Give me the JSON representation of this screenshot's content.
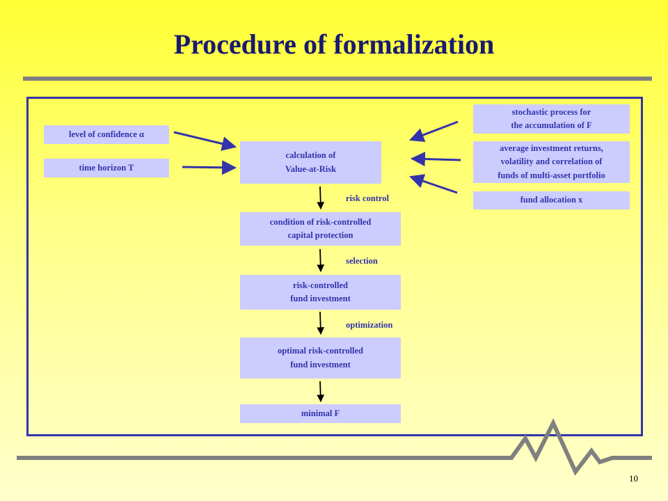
{
  "slide": {
    "title": "Procedure of formalization",
    "page_number": "10"
  },
  "inputs_left": {
    "confidence": "level of confidence α",
    "horizon": "time horizon T"
  },
  "inputs_right": {
    "stochastic": "stochastic process for\nthe accumulation of F",
    "average": "average investment returns,\nvolatility and correlation of\nfunds of multi-asset portfolio",
    "allocation": "fund allocation x"
  },
  "flow": {
    "var_calc": "calculation of\nValue-at-Risk",
    "condition": "condition of risk-controlled\ncapital protection",
    "fund_investment": "risk-controlled\nfund investment",
    "optimal": "optimal risk-controlled\nfund investment",
    "minimal": "minimal F"
  },
  "steps": {
    "risk_control": "risk control",
    "selection": "selection",
    "optimization": "optimization"
  },
  "colors": {
    "box_fill": "#ccccff",
    "text": "#3333aa",
    "frame": "#3333aa",
    "title": "#1a1a6e",
    "rule": "#808080"
  },
  "icons": {
    "decoration": "zigzag-line-decoration"
  }
}
